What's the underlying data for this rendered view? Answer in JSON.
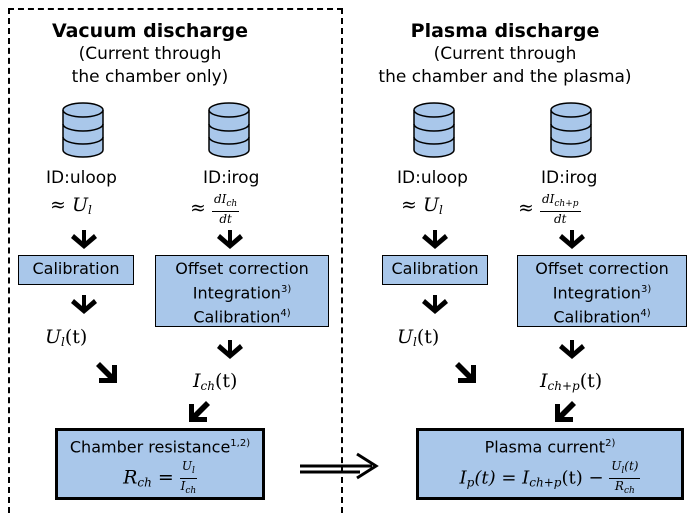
{
  "left": {
    "title": "Vacuum discharge",
    "subtitle_line1": "(Current through",
    "subtitle_line2": "the chamber only)",
    "col1": {
      "id": "ID:uloop",
      "approx": "≈",
      "var": "U",
      "sub": "l"
    },
    "col2": {
      "id": "ID:irog",
      "approx": "≈",
      "num": "dI",
      "num_sub": "ch",
      "den": "dt"
    },
    "calibration": "Calibration",
    "offset": {
      "line1": "Offset correction",
      "line2": "Integration",
      "line2_sup": "3)",
      "line3": "Calibration",
      "line3_sup": "4)"
    },
    "signal1": {
      "var": "U",
      "sub": "l",
      "arg": "(t)"
    },
    "signal2": {
      "var": "I",
      "sub": "ch",
      "arg": "(t)"
    },
    "result": {
      "title": "Chamber resistance",
      "title_sup": "1,2)",
      "lhs": "R",
      "lhs_sub": "ch",
      "num": "U",
      "num_sub": "l",
      "den": "I",
      "den_sub": "ch"
    }
  },
  "right": {
    "title": "Plasma discharge",
    "subtitle_line1": "(Current through",
    "subtitle_line2": "the chamber and the plasma)",
    "col1": {
      "id": "ID:uloop",
      "approx": "≈",
      "var": "U",
      "sub": "l"
    },
    "col2": {
      "id": "ID:irog",
      "approx": "≈",
      "num": "dI",
      "num_sub": "ch+p",
      "den": "dt"
    },
    "calibration": "Calibration",
    "offset": {
      "line1": "Offset correction",
      "line2": "Integration",
      "line2_sup": "3)",
      "line3": "Calibration",
      "line3_sup": "4)"
    },
    "signal1": {
      "var": "U",
      "sub": "l",
      "arg": "(t)"
    },
    "signal2": {
      "var": "I",
      "sub": "ch+p",
      "arg": "(t)"
    },
    "result": {
      "title": "Plasma current",
      "title_sup": "2)",
      "lhs": "I",
      "lhs_sub": "p",
      "mid": "(t) = I",
      "mid_sub": "ch+p",
      "mid2": "(t) − ",
      "num": "U",
      "num_sub": "l",
      "num_arg": "(t)",
      "den": "R",
      "den_sub": "ch"
    }
  },
  "colors": {
    "box_fill": "#a9c7ea",
    "db_fill": "#a9c7ea",
    "stroke": "#000000"
  }
}
